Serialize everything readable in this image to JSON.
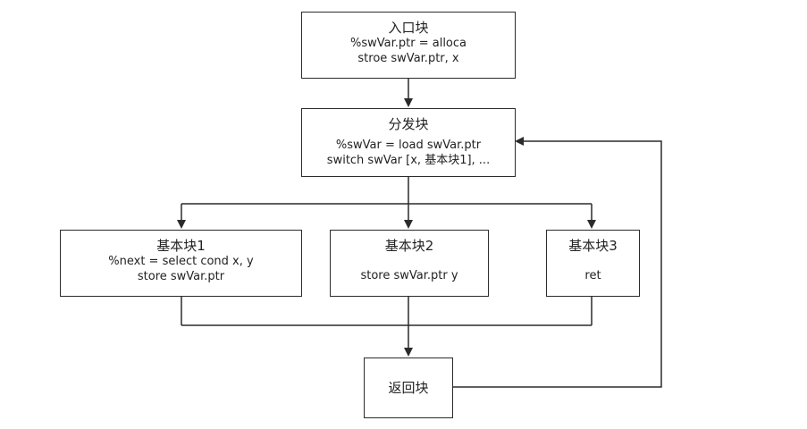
{
  "nodes": {
    "entry": {
      "title": "入口块",
      "lines": [
        "%swVar.ptr = alloca",
        "stroe swVar.ptr, x"
      ]
    },
    "dispatch": {
      "title": "分发块",
      "lines": [
        "%swVar = load swVar.ptr",
        "switch swVar [x, 基本块1], ..."
      ]
    },
    "block1": {
      "title": "基本块1",
      "lines": [
        "%next = select cond x, y",
        "store swVar.ptr"
      ]
    },
    "block2": {
      "title": "基本块2",
      "lines": [
        "store swVar.ptr y"
      ]
    },
    "block3": {
      "title": "基本块3",
      "lines": [
        "ret"
      ]
    },
    "return": {
      "title": "返回块"
    }
  },
  "colors": {
    "stroke": "#2b2b2b"
  }
}
